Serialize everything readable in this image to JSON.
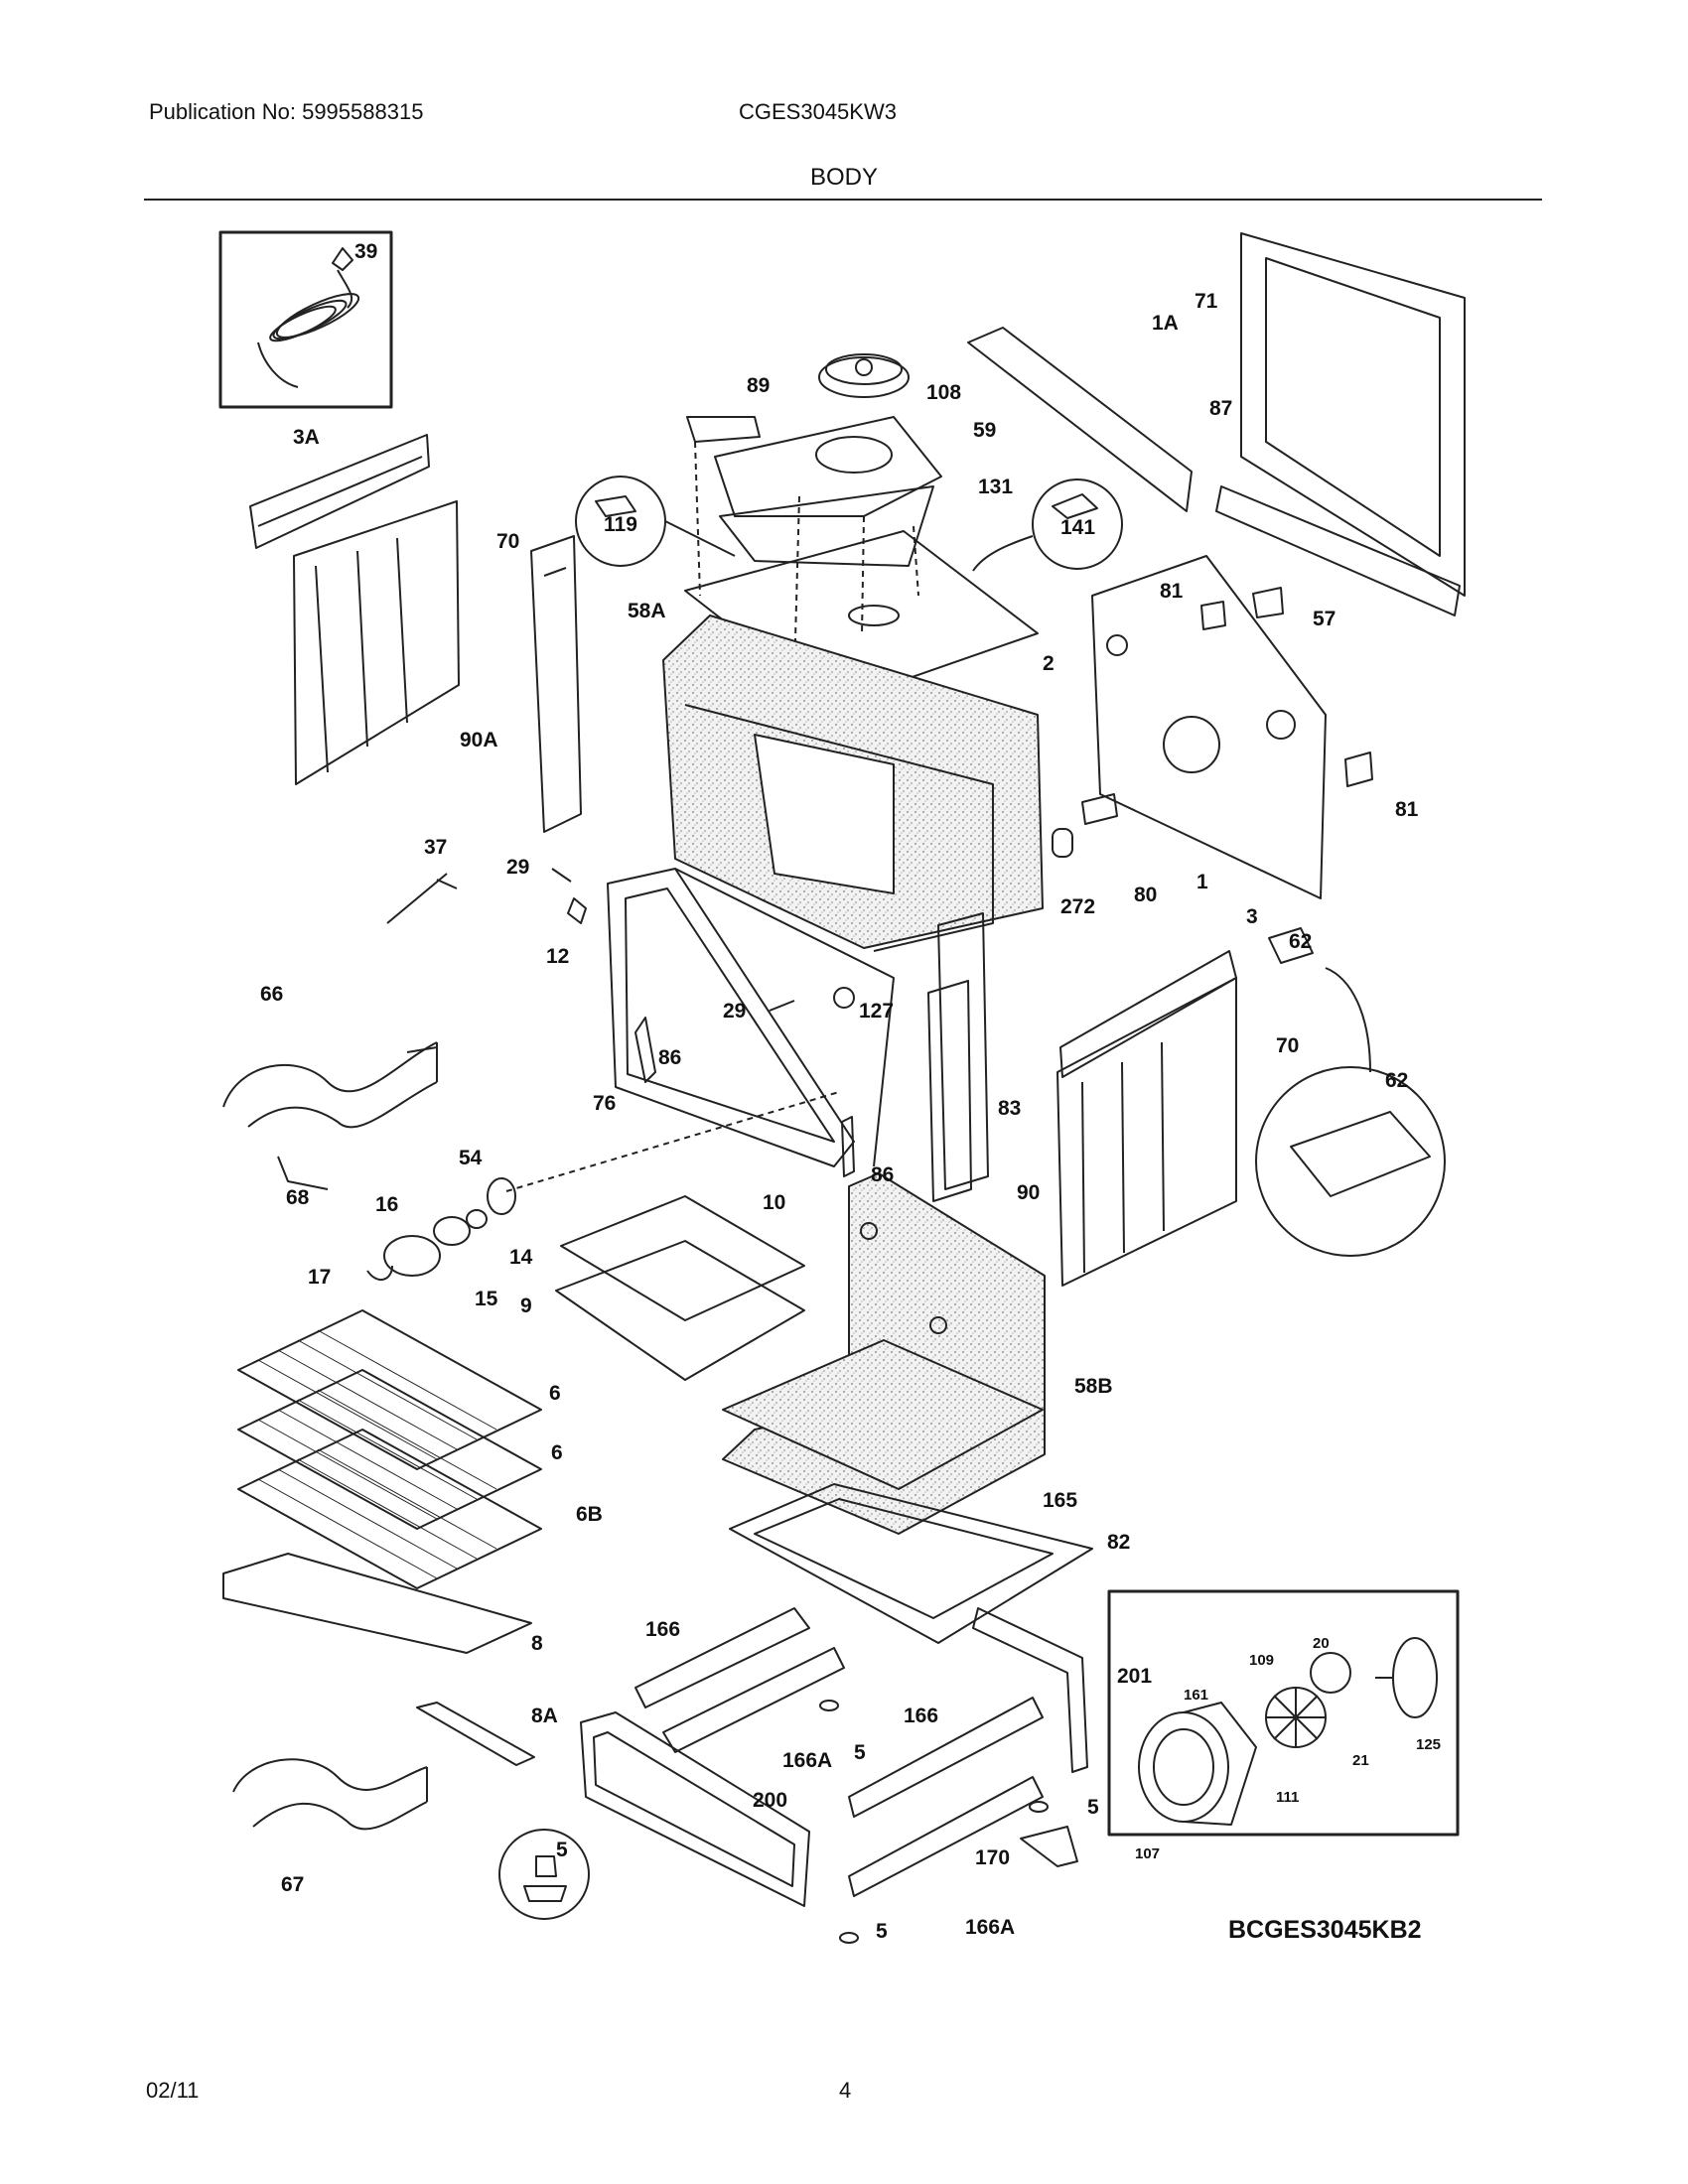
{
  "header": {
    "publication": "Publication No: 5995588315",
    "model": "CGES3045KW3",
    "section": "BODY"
  },
  "diagram": {
    "art_code": "BCGES3045KB2",
    "labels": [
      "39",
      "3A",
      "70",
      "90A",
      "89",
      "108",
      "59",
      "131",
      "119",
      "141",
      "58A",
      "2",
      "1A",
      "71",
      "87",
      "81",
      "57",
      "81",
      "80",
      "1",
      "272",
      "37",
      "29",
      "12",
      "66",
      "29",
      "127",
      "86",
      "76",
      "86",
      "83",
      "3",
      "62",
      "70",
      "62",
      "90",
      "68",
      "54",
      "16",
      "14",
      "17",
      "15",
      "9",
      "10",
      "58B",
      "6",
      "6",
      "6B",
      "8",
      "8A",
      "165",
      "82",
      "166",
      "166A",
      "5",
      "166",
      "201",
      "200",
      "5",
      "5",
      "166A",
      "170",
      "5",
      "67",
      "161",
      "109",
      "20",
      "125",
      "21",
      "111",
      "107"
    ]
  },
  "footer": {
    "date": "02/11",
    "page": "4"
  }
}
